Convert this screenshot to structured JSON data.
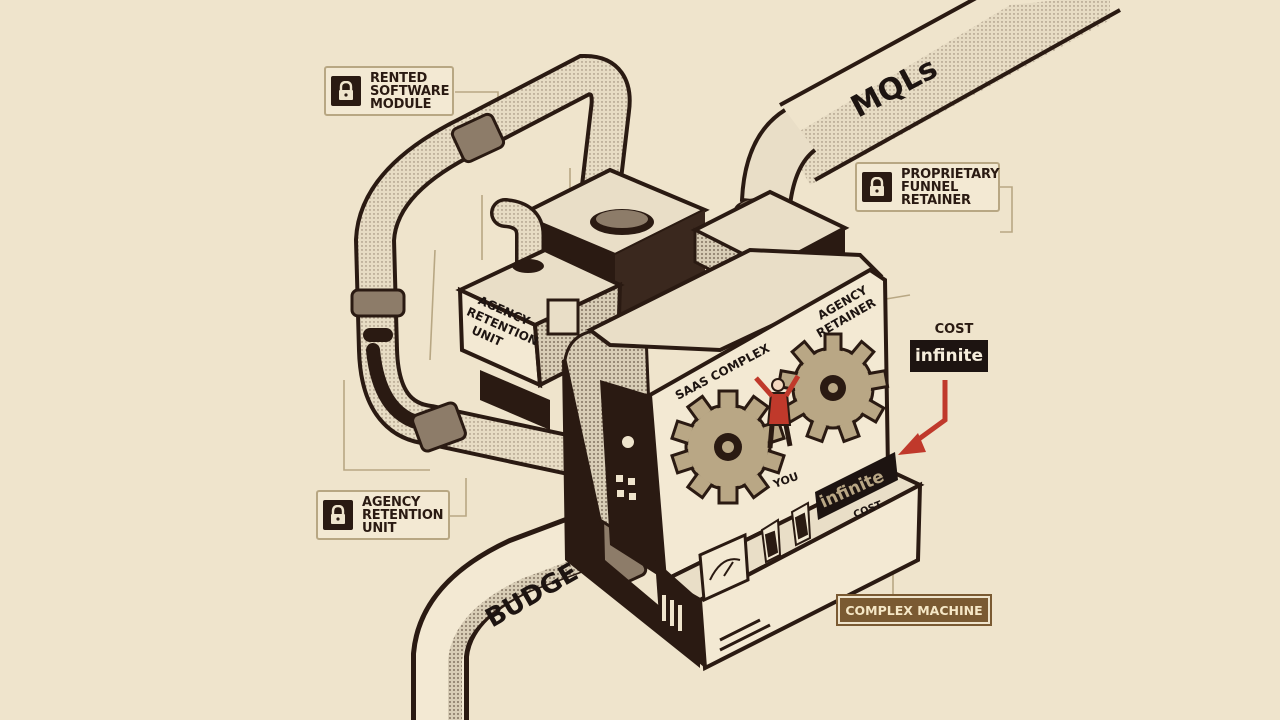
{
  "pipes": {
    "mqls_label": "MQLs",
    "budget_label": "BUDGET"
  },
  "callouts": {
    "rented_software": "RENTED\nSOFTWARE\nMODULE",
    "proprietary_funnel": "PROPRIETARY\nFUNNEL\nRETAINER",
    "agency_retention_left": "AGENCY\nRETENTION\nUNIT"
  },
  "machine": {
    "agency_retention_unit": [
      "AGENCY",
      "RETENTION",
      "UNIT"
    ],
    "agency_retainer": [
      "AGENCY",
      "RETAINER"
    ],
    "saas_complex": "SAAS COMPLEX",
    "you_label": "YOU",
    "display_text": "infinite",
    "display_sub": "COST",
    "name_tag": "COMPLEX MACHINE"
  },
  "cost_indicator": {
    "label": "COST",
    "value": "infinite"
  },
  "colors": {
    "background": "#efe4cc",
    "ink": "#2a1a12",
    "accent_red": "#c0392b",
    "gear": "#b9a785",
    "tag_brown": "#7a5a32"
  },
  "icons": [
    "lock-icon",
    "gear-icon",
    "arrow-icon",
    "gauge-icon",
    "switch-icon"
  ]
}
